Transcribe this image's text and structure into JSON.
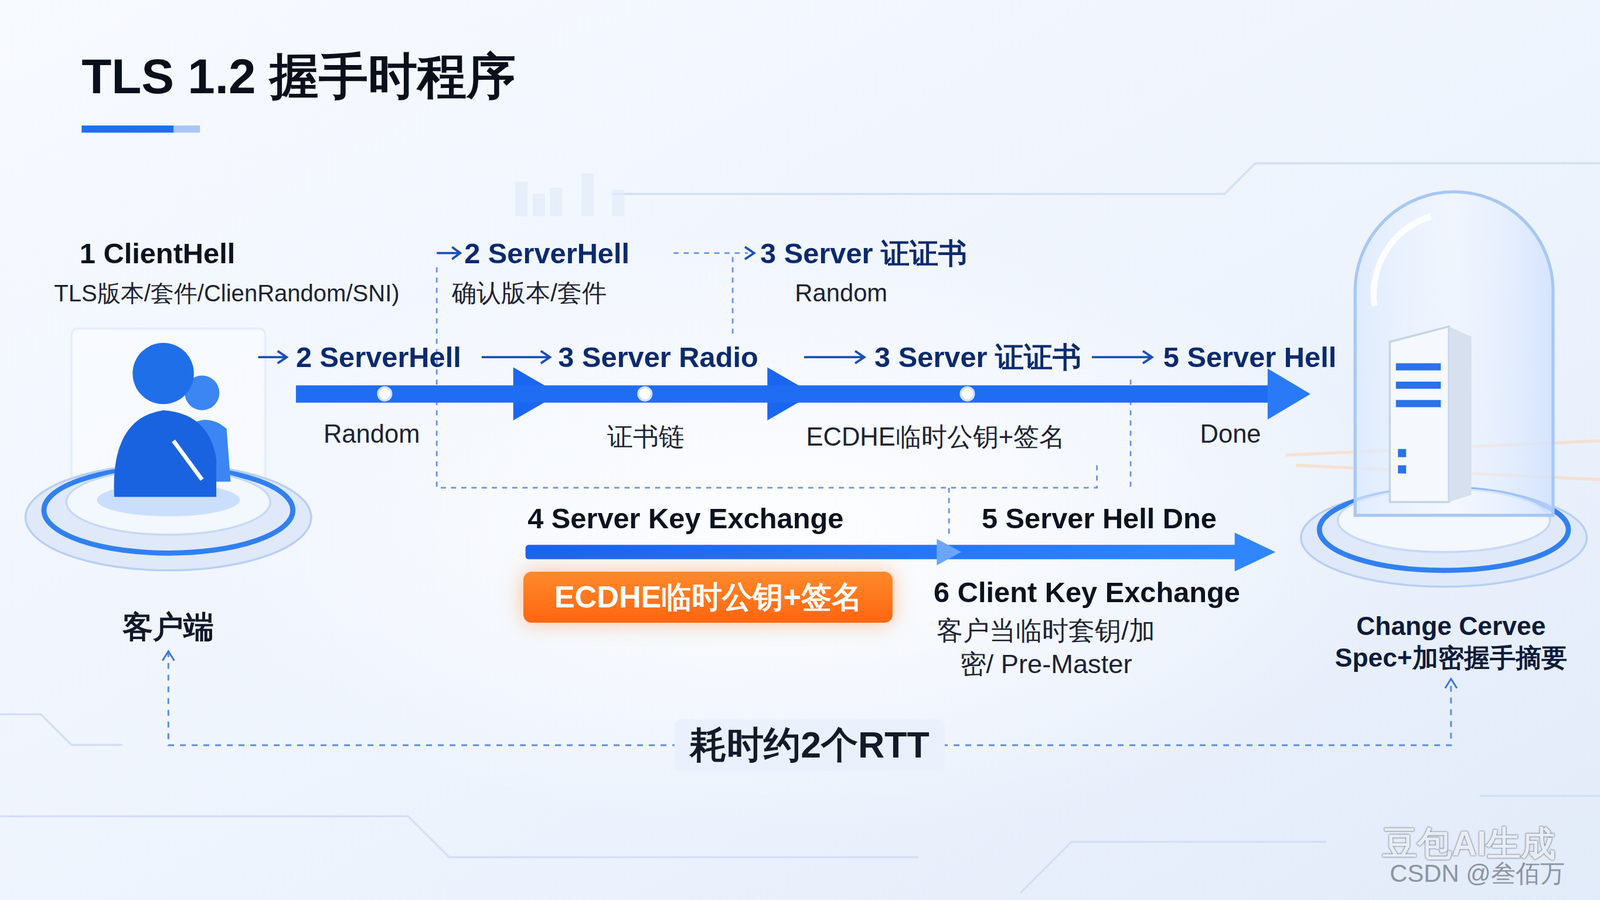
{
  "diagram": {
    "title": "TLS 1.2 握手时程序",
    "nodes": [
      {
        "text": [
          "客户端"
        ]
      },
      {
        "text": [
          "Change Cervee Spec+加密握手摘要"
        ]
      },
      {
        "text": [
          "ECDHE临时公钥+签名"
        ]
      }
    ],
    "edges": [
      {
        "from": 0,
        "to": 1,
        "arrow": "to"
      },
      {
        "from": 0,
        "to": 1,
        "label": "耗时约2个RTT",
        "arrow": "both"
      }
    ],
    "labels": [
      "1 ClientHell",
      "TLS版本/套件/ClienRandom/SNI)",
      "2 ServerHell",
      "确认版本/套件",
      "3 Server 证证书",
      "Random",
      "2 ServerHell",
      "3 Server Radio",
      "3 Server 证证书",
      "5 Server Hell",
      "Random",
      "证书链",
      "ECDHE临时公钥+签名",
      "Done",
      "4 Server Key Exchange",
      "5 Server Hell Dne",
      "6 Client Key Exchange",
      "客户当临时套钥/加密/ Pre-Master",
      "豆包AI生成",
      "CSDN @叁佰万"
    ]
  }
}
